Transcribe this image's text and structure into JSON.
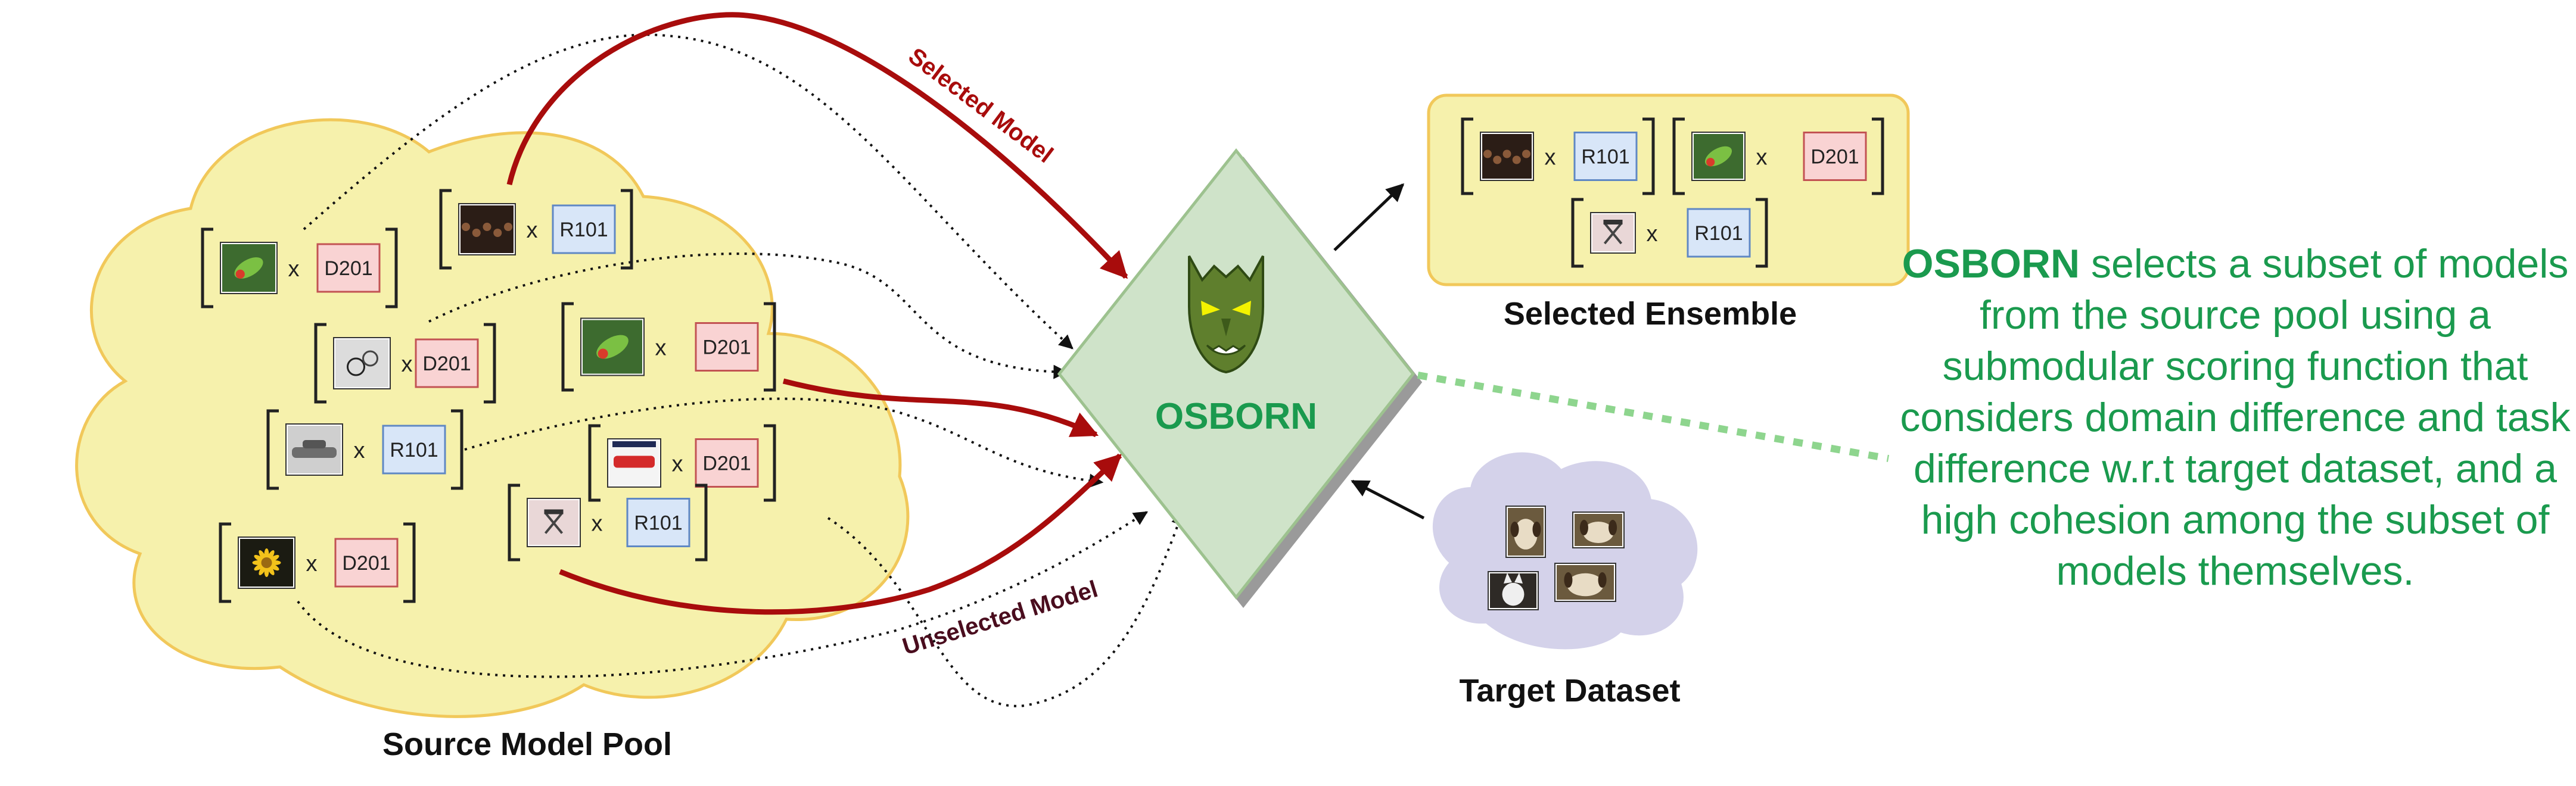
{
  "colors": {
    "pool_fill": "#f6f1ac",
    "pool_stroke": "#f1c85a",
    "selected_arrow": "#a80c0c",
    "osborn_fill": "#cfe3c9",
    "osborn_stroke": "#9dc28f",
    "osborn_text": "#1a9a4e",
    "ensemble_fill": "#f6f1ac",
    "target_fill": "#d4d2ea",
    "dense_tag_fill": "#f9d3d3",
    "dense_tag_stroke": "#c25353",
    "resnet_tag_fill": "#d8e6f8",
    "resnet_tag_stroke": "#5f88c4",
    "description_text": "#1a9a4e"
  },
  "labels": {
    "source_pool": "Source Model Pool",
    "selected_model": "Selected Model",
    "unselected_model": "Unselected Model",
    "osborn": "OSBORN",
    "selected_ensemble": "Selected Ensemble",
    "target_dataset": "Target Dataset",
    "times": "x"
  },
  "pool_pairs": [
    {
      "image": "parrot-image",
      "arch": "D201"
    },
    {
      "image": "crowd-image",
      "arch": "R101"
    },
    {
      "image": "bike-image",
      "arch": "D201"
    },
    {
      "image": "parrot-image",
      "arch": "D201"
    },
    {
      "image": "car-image",
      "arch": "R101"
    },
    {
      "image": "sign-image",
      "arch": "D201"
    },
    {
      "image": "chair-image",
      "arch": "R101"
    },
    {
      "image": "flower-image",
      "arch": "D201"
    }
  ],
  "ensemble_pairs": [
    {
      "image": "crowd-image",
      "arch": "R101"
    },
    {
      "image": "parrot-image",
      "arch": "D201"
    },
    {
      "image": "chair-image",
      "arch": "R101"
    }
  ],
  "target_images": [
    "dog-image",
    "dog-image",
    "cat-image",
    "dog-image"
  ],
  "description": {
    "highlight": "OSBORN",
    "text": " selects a subset of models from the source pool using a submodular scoring function that considers domain difference and task difference w.r.t target dataset, and a high cohesion among the subset of models themselves."
  }
}
